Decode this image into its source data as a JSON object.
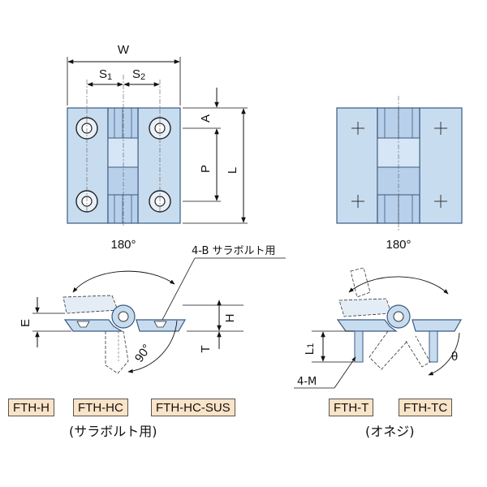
{
  "dimensions": {
    "w": "W",
    "s1": "S",
    "s1_sub": "1",
    "s2": "S",
    "s2_sub": "2",
    "a": "A",
    "p": "P",
    "l": "L",
    "e": "E",
    "h": "H",
    "t": "T",
    "l1": "L",
    "l1_sub": "1",
    "theta": "θ",
    "m": "4-M"
  },
  "angles": {
    "left_open": "180°",
    "right_open": "180°",
    "right_angle": "90°"
  },
  "callouts": {
    "bolt_note": "4-B サラボルト用"
  },
  "models": {
    "left": [
      "FTH-H",
      "FTH-HC",
      "FTH-HC-SUS"
    ],
    "right": [
      "FTH-T",
      "FTH-TC"
    ]
  },
  "captions": {
    "left": "(サラボルト用)",
    "right": "(オネジ)"
  },
  "colors": {
    "body_fill": "#c8dcf0",
    "body_stroke": "#3a5a80",
    "tag_fill": "#fbe3c7"
  }
}
